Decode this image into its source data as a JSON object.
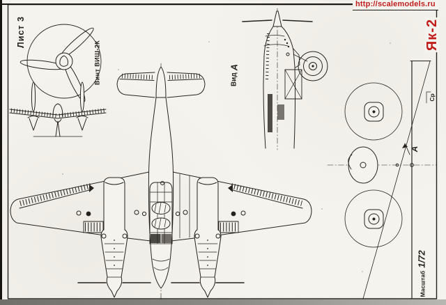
{
  "sheet": {
    "watermark": "http://scalemodels.ru",
    "title": "Як-2",
    "sheet_number": "Лист 3",
    "scale_word": "Масштаб",
    "scale_value": "1/72"
  },
  "labels": {
    "propeller": "Винт ВИШ-2К",
    "view_word": "Вид",
    "view_letter": "А",
    "view_arrow_letter": "А",
    "centerline_mark": "Ср"
  },
  "colors": {
    "accent_red": "#c11d1d",
    "ink": "#26231e",
    "paper": "#f5f3ed"
  },
  "drawings": {
    "propeller_detail": "propeller-front-detail",
    "front_view": "aircraft-front-elevation",
    "plan_view": "aircraft-top-plan",
    "side_view": "nose-side-view-A",
    "rotated_front_view": "front-view-rotated"
  }
}
